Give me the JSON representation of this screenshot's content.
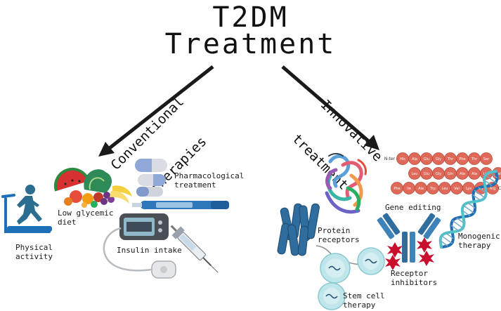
{
  "title": {
    "line1": "T2DM",
    "line2": "Treatment"
  },
  "branches": {
    "conventional": {
      "line1": "Conventional",
      "line2": "therapies"
    },
    "innovative": {
      "line1": "Innovative",
      "line2": "treatment"
    }
  },
  "conventional_items": {
    "physical_activity": "Physical\nactivity",
    "low_glycemic_diet": "Low glycemic\ndiet",
    "pharmacological": "Pharmacological\ntreatment",
    "insulin_intake": "Insulin intake"
  },
  "innovative_items": {
    "protein_receptors": "Protein\nreceptors",
    "gene_editing": "Gene editing",
    "receptor_inhibitors": "Receptor\ninhibitors",
    "monogenic_therapy": "Monogenic\ntherapy",
    "stem_cell_therapy": "Stem cell\ntherapy"
  },
  "peptide_chain": {
    "nterm": "N-ter",
    "cterm": "C-ter",
    "row1": [
      "His",
      "Ala",
      "Glu",
      "Gly",
      "Thr",
      "Phe",
      "Thr",
      "Ser"
    ],
    "row2": [
      "Val",
      "Lys",
      "Ala",
      "Ala",
      "Gln",
      "Gly",
      "Glu",
      "Leu"
    ],
    "row3": [
      "Phe",
      "Ile",
      "Ala",
      "Trp",
      "Leu",
      "Val",
      "Lys",
      "Gly",
      "Arg"
    ]
  },
  "colors": {
    "arrow": "#1a1a1a",
    "peptide": "#e06a5a",
    "receptor_blue": "#2f6d9e",
    "inhibitor_red": "#c8102e",
    "treadmill": "#1d6fb8",
    "runner": "#2b6e8f",
    "pill_blue": "#8fa8d8",
    "insulin_pen": "#2e77bb",
    "stem_cell": "#9fd5dc",
    "dna_blue": "#1f6fb2",
    "dna_teal": "#4fc3c8"
  },
  "icons": [
    "runner-icon",
    "treadmill-icon",
    "food-icon",
    "pill-icon",
    "insulin-pen-icon",
    "insulin-pump-icon",
    "syringe-icon",
    "protein-icon",
    "gpcr-icon",
    "peptide-chain-icon",
    "antibody-icon",
    "dna-icon",
    "stem-cell-icon"
  ]
}
